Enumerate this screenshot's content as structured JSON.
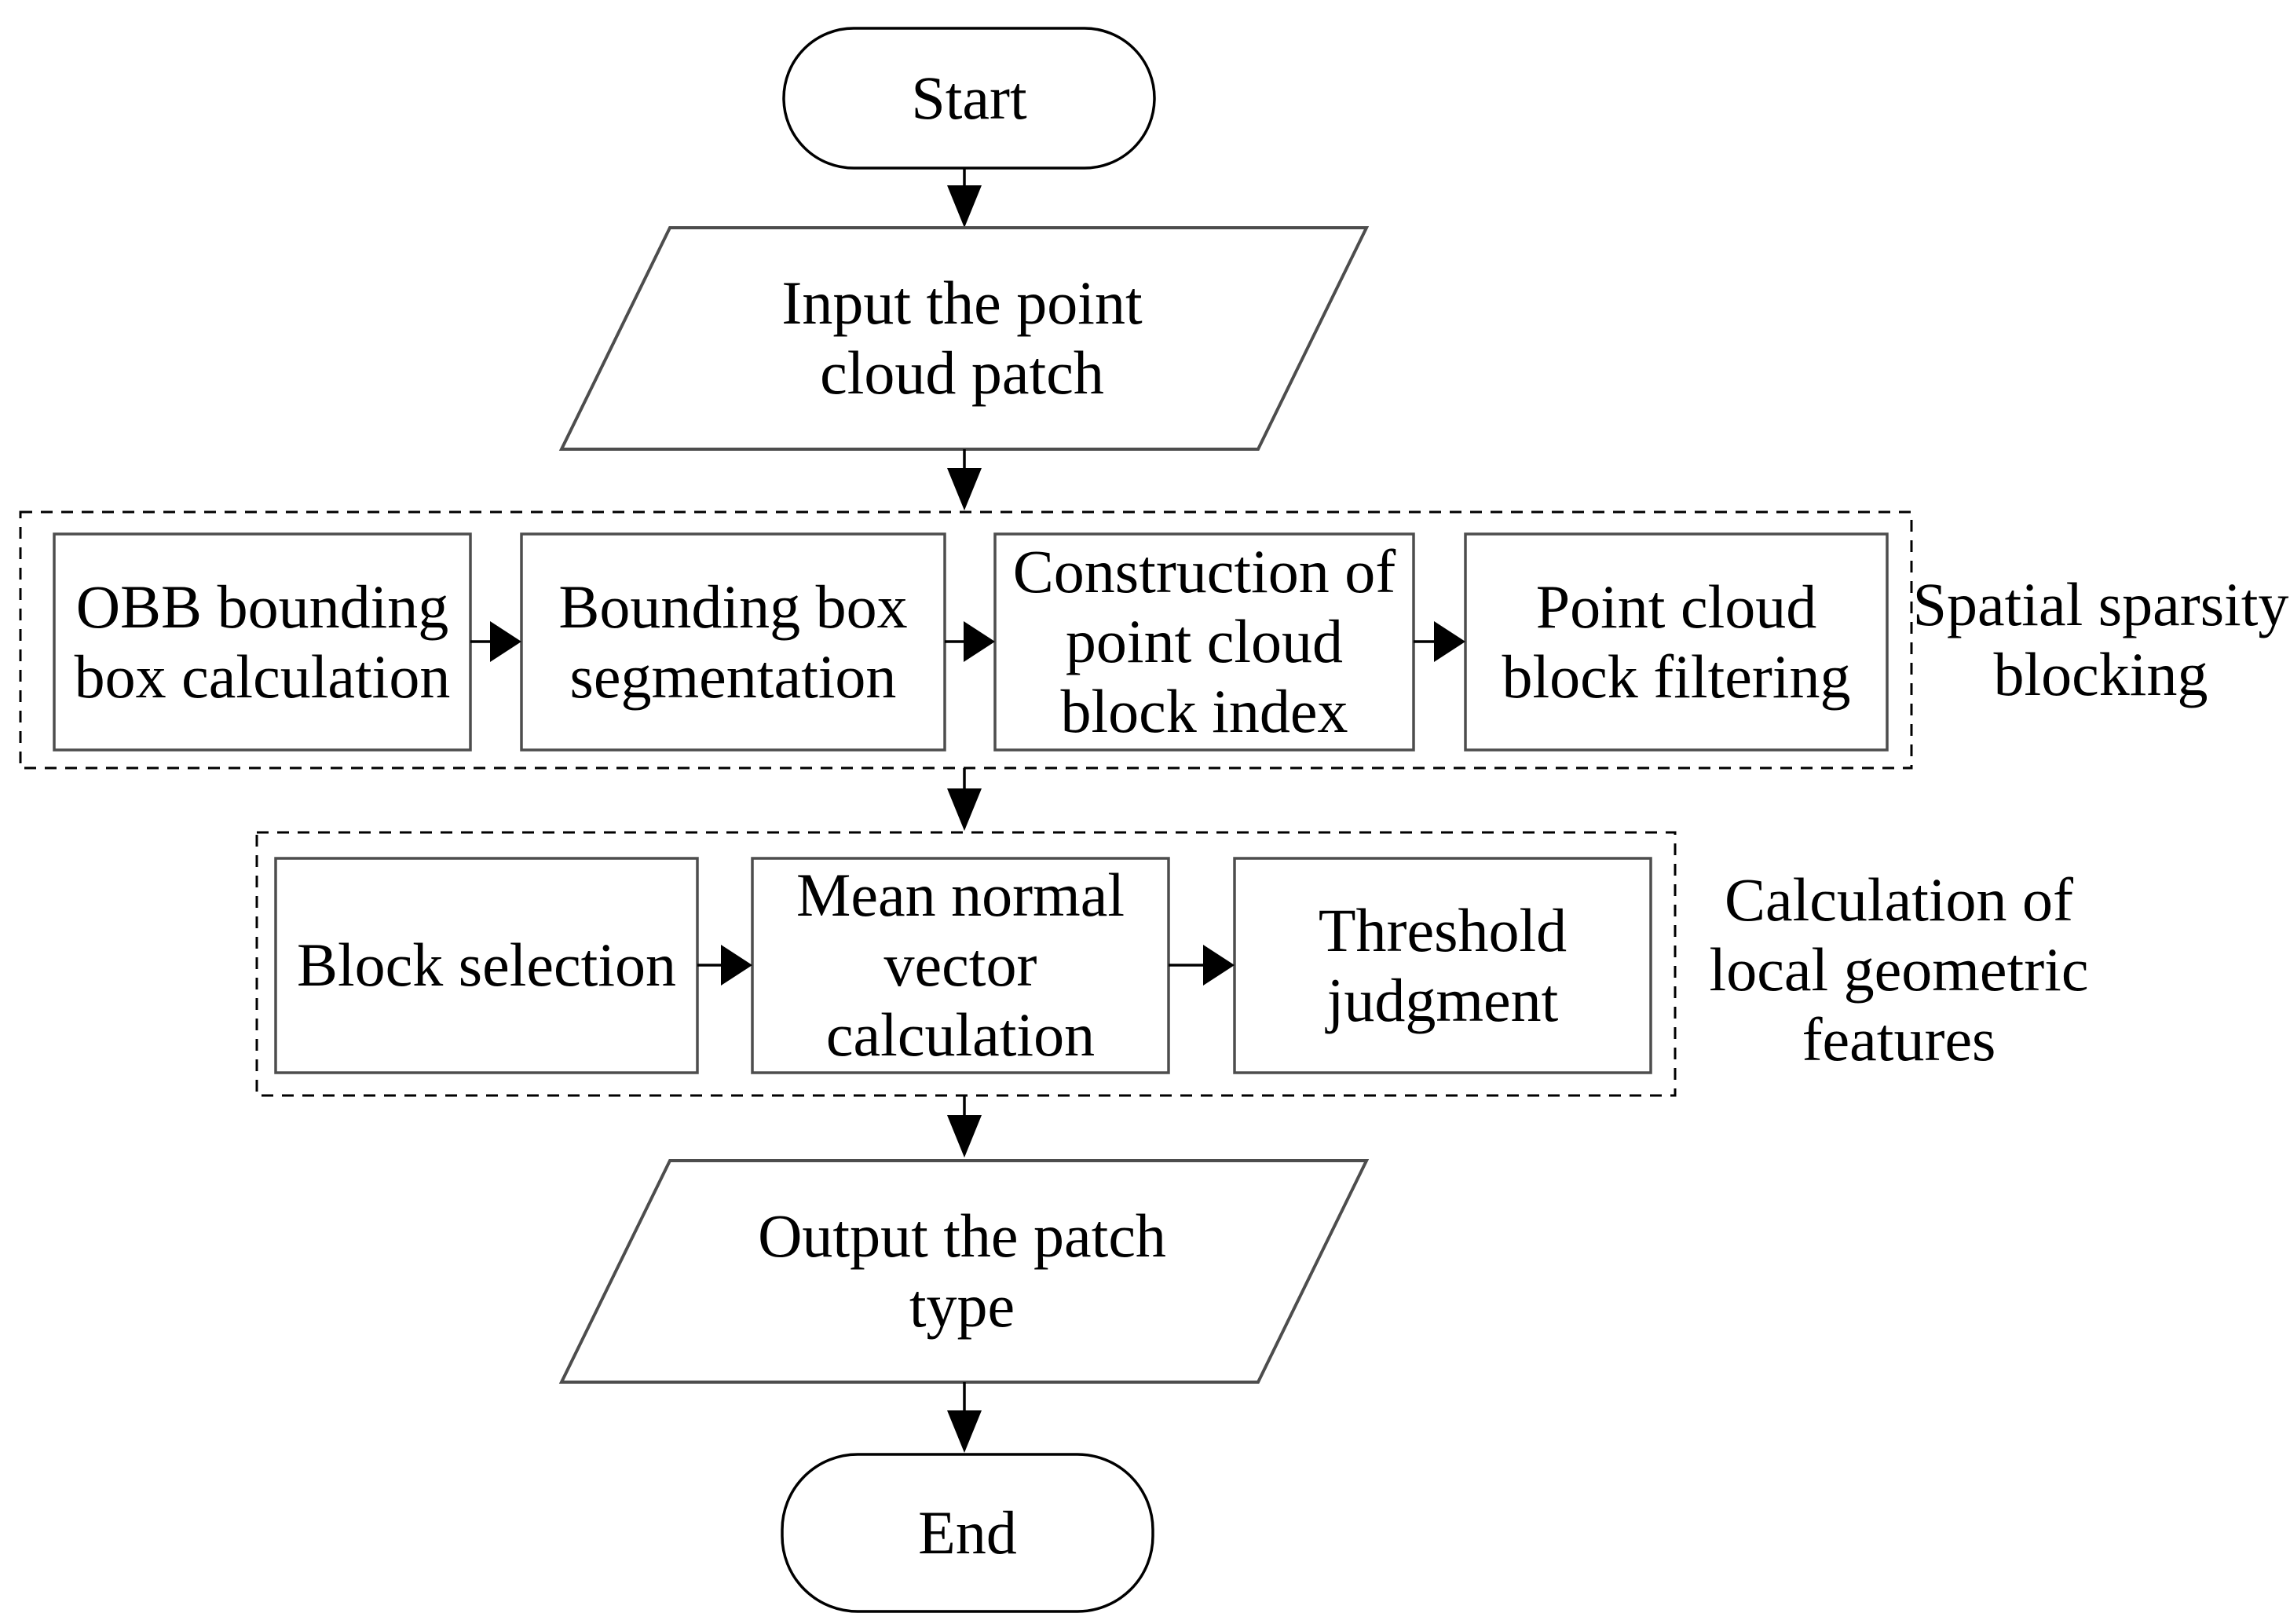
{
  "nodes": {
    "start": {
      "label": "Start",
      "shape": "stadium"
    },
    "input": {
      "label": "Input the point\ncloud patch",
      "shape": "parallelogram"
    },
    "obb_bounding": {
      "label": "OBB bounding\nbox calculation",
      "shape": "rect"
    },
    "box_segmentation": {
      "label": "Bounding box\nsegmentation",
      "shape": "rect"
    },
    "block_index": {
      "label": "Construction of\npoint cloud\nblock index",
      "shape": "rect"
    },
    "block_filtering": {
      "label": "Point cloud\nblock filtering",
      "shape": "rect"
    },
    "block_selection": {
      "label": "Block selection",
      "shape": "rect"
    },
    "mean_normal": {
      "label": "Mean normal\nvector\ncalculation",
      "shape": "rect"
    },
    "threshold": {
      "label": "Threshold\njudgment",
      "shape": "rect"
    },
    "output": {
      "label": "Output the patch\ntype",
      "shape": "parallelogram"
    },
    "end": {
      "label": "End",
      "shape": "stadium"
    }
  },
  "groups": {
    "spatial": {
      "label": "Spatial sparsity\nblocking",
      "style": "dashed"
    },
    "geometric": {
      "label": "Calculation of\nlocal geometric\nfeatures",
      "style": "dashed"
    }
  },
  "colors": {
    "background": "#ffffff",
    "text": "#000000",
    "box_border": "#4d4d4d",
    "line": "#000000"
  }
}
